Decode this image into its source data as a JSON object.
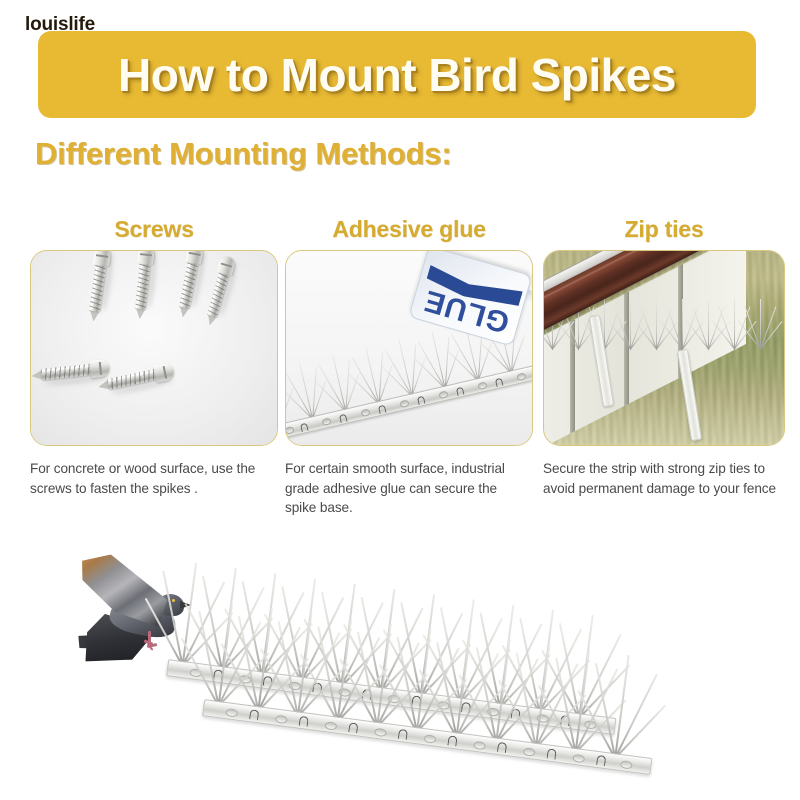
{
  "watermark": "louislife",
  "colors": {
    "banner_bg": "#e8ba34",
    "banner_text": "#fffdf2",
    "subtitle": "#e0b034",
    "card_title": "#d6ab32",
    "card_border": "#d9c87c",
    "caption_text": "#4a4a4a",
    "page_bg": "#ffffff",
    "glue_blue": "#2a4a96",
    "fence_rail_brown": "#5e3024",
    "grass_green": "#8f9960",
    "metal_silver": "#cfcfcb"
  },
  "header": {
    "title": "How to Mount Bird Spikes"
  },
  "subtitle": "Different Mounting Methods:",
  "methods": [
    {
      "title": "Screws",
      "caption": "For concrete or wood surface, use the screws to fasten the spikes .",
      "image_name": "screws-photo",
      "image_alt": "Five stainless steel flat-head wood screws arranged on a light grey surface"
    },
    {
      "title": "Adhesive glue",
      "caption": "For certain smooth surface, industrial grade adhesive glue can secure the spike base.",
      "image_name": "adhesive-glue-photo",
      "image_alt": "A glue bottle applying adhesive to the base of a bird spike strip",
      "bottle_label": "GLUE"
    },
    {
      "title": "Zip ties",
      "caption": "Secure the strip with strong zip ties to avoid permanent damage to your fence",
      "image_name": "zip-ties-photo",
      "image_alt": "Bird spike strip fastened with white zip ties to a brown fence rail outdoors"
    }
  ],
  "hero": {
    "bird_name": "flying-pigeon",
    "bird_alt": "Grey pigeon in flight with wings raised",
    "product_name": "bird-spike-strips",
    "product_alt": "Two stainless steel bird spike strips shown at an angle"
  }
}
